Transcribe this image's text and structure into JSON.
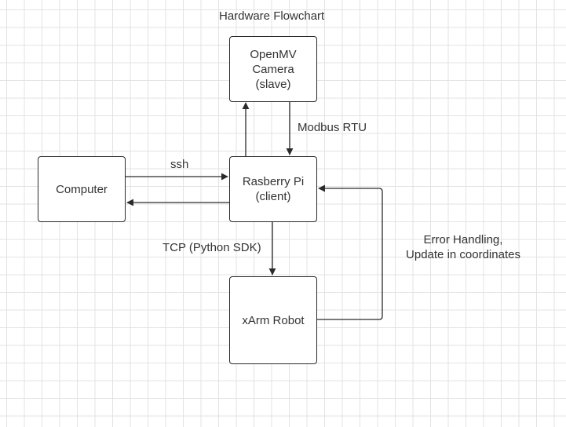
{
  "diagram": {
    "title": "Hardware Flowchart",
    "nodes": {
      "camera": "OpenMV\nCamera\n(slave)",
      "pi": "Rasberry Pi\n(client)",
      "computer": "Computer",
      "robot": "xArm Robot"
    },
    "edge_labels": {
      "modbus": "Modbus RTU",
      "ssh": "ssh",
      "tcp": "TCP (Python SDK)",
      "error": "Error Handling,\nUpdate in coordinates"
    },
    "colors": {
      "stroke": "#2b2b2b",
      "text": "#333333",
      "grid": "#e3e3e3"
    }
  }
}
